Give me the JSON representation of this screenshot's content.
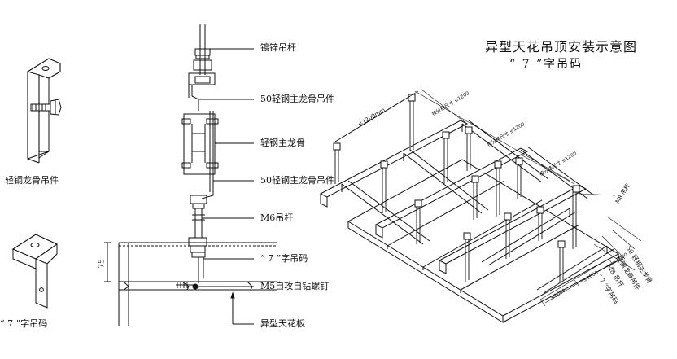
{
  "title": {
    "main": "异型天花吊顶安装示意图",
    "sub": "“ 7 ”字吊码"
  },
  "left_parts": {
    "bracket_label": "轻钢龙骨吊件",
    "seven_label": "“ 7 ”字吊码"
  },
  "section_labels": [
    {
      "id": "rod",
      "text": "镀锌吊杆"
    },
    {
      "id": "hanger_top",
      "text": "50轻钢主龙骨吊件"
    },
    {
      "id": "main_keel",
      "text": "轻钢主龙骨"
    },
    {
      "id": "hanger_bottom",
      "text": "50轻钢主龙骨吊件"
    },
    {
      "id": "m6",
      "text": "M6吊杆"
    },
    {
      "id": "seven_code",
      "text": "“ 7 ”字吊码"
    },
    {
      "id": "m5",
      "text": "M5自攻自钻螺钉"
    },
    {
      "id": "panel",
      "text": "异型天花板"
    }
  ],
  "section_dimension": "75",
  "iso_labels": {
    "dim_1200": "≤1200mm",
    "dim_spacing_1": "按分格尺寸 ≤1200",
    "dim_spacing_2": "按分格尺寸 ≤1200",
    "dim_spacing_3": "按分格尺寸 ≤1200",
    "m8_rod": "M8 吊杆",
    "dim_1000_a": "≤1000",
    "dim_1000_b": "≤1000",
    "dim_1000_c": "≤1000",
    "callout_1": "50 轻钢主龙骨",
    "callout_2": "轻钢龙骨吊件",
    "callout_3": "M8 吊杆",
    "callout_4": "“ 7 ”字吊码"
  }
}
